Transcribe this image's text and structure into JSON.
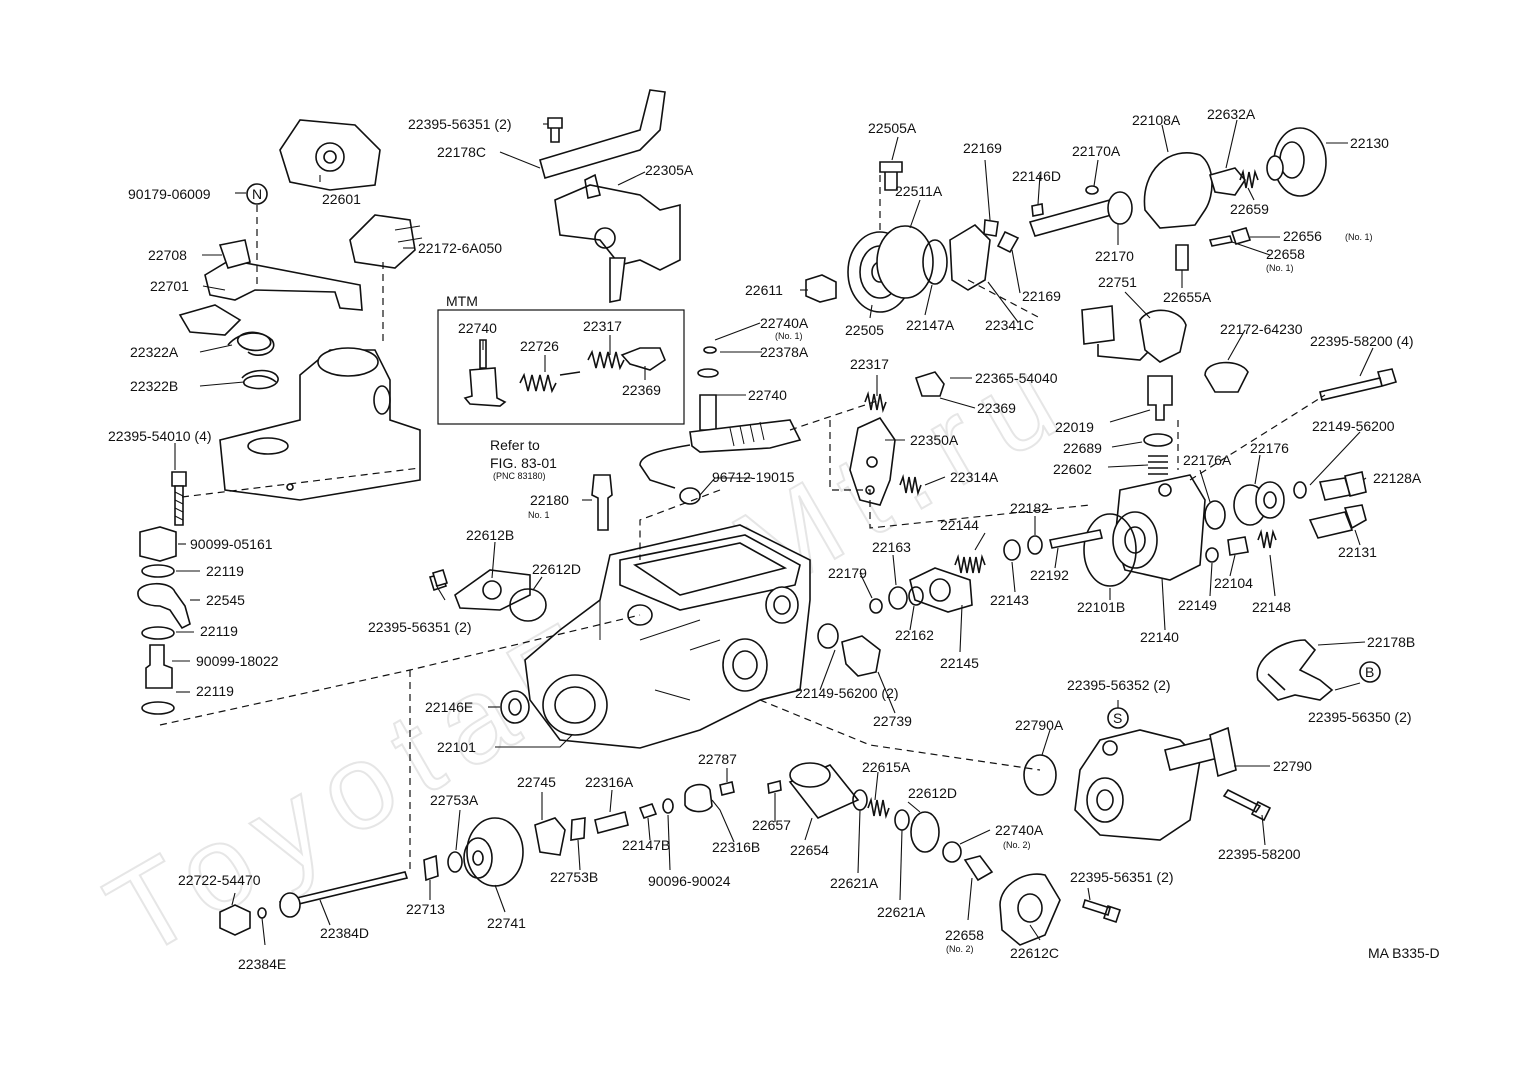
{
  "diagram": {
    "watermark": "ToyotaFanMt.ru",
    "figure_code": "MA B335-D",
    "group_label": "MTM",
    "refer_line1": "Refer to",
    "refer_line2": "FIG. 83-01",
    "refer_line3": "(PNC 83180)"
  },
  "labels": [
    {
      "id": "l1",
      "text": "22395-56351 (2)"
    },
    {
      "id": "l2",
      "text": "22178C"
    },
    {
      "id": "l3",
      "text": "22305A"
    },
    {
      "id": "l4",
      "text": "90179-06009"
    },
    {
      "id": "l5",
      "text": "22601"
    },
    {
      "id": "l6",
      "text": "22172-6A050"
    },
    {
      "id": "l7",
      "text": "22708"
    },
    {
      "id": "l8",
      "text": "22701"
    },
    {
      "id": "l9",
      "text": "22322A"
    },
    {
      "id": "l10",
      "text": "22322B"
    },
    {
      "id": "l11",
      "text": "22395-54010 (4)"
    },
    {
      "id": "l12",
      "text": "90099-05161"
    },
    {
      "id": "l13",
      "text": "22119"
    },
    {
      "id": "l14",
      "text": "22545"
    },
    {
      "id": "l15",
      "text": "22119"
    },
    {
      "id": "l16",
      "text": "90099-18022"
    },
    {
      "id": "l17",
      "text": "22119"
    },
    {
      "id": "l18",
      "text": "22740"
    },
    {
      "id": "l19",
      "text": "22726"
    },
    {
      "id": "l20",
      "text": "22317"
    },
    {
      "id": "l21",
      "text": "22369"
    },
    {
      "id": "l22",
      "text": "22740A"
    },
    {
      "id": "l23",
      "text": "22378A"
    },
    {
      "id": "l24",
      "text": "22740"
    },
    {
      "id": "l25",
      "text": "96712-19015"
    },
    {
      "id": "l26",
      "text": "22180"
    },
    {
      "id": "l27",
      "text": "22612B"
    },
    {
      "id": "l28",
      "text": "22612D"
    },
    {
      "id": "l29",
      "text": "22395-56351 (2)"
    },
    {
      "id": "l30",
      "text": "22146E"
    },
    {
      "id": "l31",
      "text": "22101"
    },
    {
      "id": "l32",
      "text": "22505A"
    },
    {
      "id": "l33",
      "text": "22511A"
    },
    {
      "id": "l34",
      "text": "22611"
    },
    {
      "id": "l35",
      "text": "22505"
    },
    {
      "id": "l36",
      "text": "22147A"
    },
    {
      "id": "l37",
      "text": "22341C"
    },
    {
      "id": "l38",
      "text": "22169"
    },
    {
      "id": "l39",
      "text": "22169"
    },
    {
      "id": "l40",
      "text": "22170A"
    },
    {
      "id": "l41",
      "text": "22146D"
    },
    {
      "id": "l42",
      "text": "22170"
    },
    {
      "id": "l43",
      "text": "22108A"
    },
    {
      "id": "l44",
      "text": "22632A"
    },
    {
      "id": "l45",
      "text": "22130"
    },
    {
      "id": "l46",
      "text": "22659"
    },
    {
      "id": "l47",
      "text": "22656"
    },
    {
      "id": "l48",
      "text": "22658"
    },
    {
      "id": "l49",
      "text": "22655A"
    },
    {
      "id": "l50",
      "text": "22751"
    },
    {
      "id": "l51",
      "text": "22172-64230"
    },
    {
      "id": "l52",
      "text": "22395-58200 (4)"
    },
    {
      "id": "l53",
      "text": "22317"
    },
    {
      "id": "l54",
      "text": "22365-54040"
    },
    {
      "id": "l55",
      "text": "22369"
    },
    {
      "id": "l56",
      "text": "22350A"
    },
    {
      "id": "l57",
      "text": "22314A"
    },
    {
      "id": "l58",
      "text": "22019"
    },
    {
      "id": "l59",
      "text": "22689"
    },
    {
      "id": "l60",
      "text": "22602"
    },
    {
      "id": "l61",
      "text": "22149-56200"
    },
    {
      "id": "l62",
      "text": "22176"
    },
    {
      "id": "l63",
      "text": "22176A"
    },
    {
      "id": "l64",
      "text": "22128A"
    },
    {
      "id": "l65",
      "text": "22131"
    },
    {
      "id": "l66",
      "text": "22182"
    },
    {
      "id": "l67",
      "text": "22144"
    },
    {
      "id": "l68",
      "text": "22163"
    },
    {
      "id": "l69",
      "text": "22179"
    },
    {
      "id": "l70",
      "text": "22192"
    },
    {
      "id": "l71",
      "text": "22143"
    },
    {
      "id": "l72",
      "text": "22162"
    },
    {
      "id": "l73",
      "text": "22145"
    },
    {
      "id": "l74",
      "text": "22101B"
    },
    {
      "id": "l75",
      "text": "22140"
    },
    {
      "id": "l76",
      "text": "22149"
    },
    {
      "id": "l77",
      "text": "22104"
    },
    {
      "id": "l78",
      "text": "22148"
    },
    {
      "id": "l79",
      "text": "22178B"
    },
    {
      "id": "l80",
      "text": "22395-56350 (2)"
    },
    {
      "id": "l81",
      "text": "22395-56352 (2)"
    },
    {
      "id": "l82",
      "text": "22149-56200 (2)"
    },
    {
      "id": "l83",
      "text": "22739"
    },
    {
      "id": "l84",
      "text": "22790A"
    },
    {
      "id": "l85",
      "text": "22790"
    },
    {
      "id": "l86",
      "text": "22395-58200"
    },
    {
      "id": "l87",
      "text": "22787"
    },
    {
      "id": "l88",
      "text": "22745"
    },
    {
      "id": "l89",
      "text": "22316A"
    },
    {
      "id": "l90",
      "text": "22753A"
    },
    {
      "id": "l91",
      "text": "22147B"
    },
    {
      "id": "l92",
      "text": "22316B"
    },
    {
      "id": "l93",
      "text": "22753B"
    },
    {
      "id": "l94",
      "text": "90096-90024"
    },
    {
      "id": "l95",
      "text": "22657"
    },
    {
      "id": "l96",
      "text": "22654"
    },
    {
      "id": "l97",
      "text": "22615A"
    },
    {
      "id": "l98",
      "text": "22612D"
    },
    {
      "id": "l99",
      "text": "22621A"
    },
    {
      "id": "l100",
      "text": "22621A"
    },
    {
      "id": "l101",
      "text": "22740A"
    },
    {
      "id": "l102",
      "text": "22658"
    },
    {
      "id": "l103",
      "text": "22612C"
    },
    {
      "id": "l104",
      "text": "22395-56351 (2)"
    },
    {
      "id": "l105",
      "text": "22722-54470"
    },
    {
      "id": "l106",
      "text": "22384D"
    },
    {
      "id": "l107",
      "text": "22384E"
    },
    {
      "id": "l108",
      "text": "22713"
    },
    {
      "id": "l109",
      "text": "22741"
    }
  ],
  "sublabels": [
    {
      "id": "s1",
      "text": "(No. 1)"
    },
    {
      "id": "s2",
      "text": "(No. 1)"
    },
    {
      "id": "s3",
      "text": "(No. 1)"
    },
    {
      "id": "s4",
      "text": "No. 1"
    },
    {
      "id": "s5",
      "text": "(No. 2)"
    },
    {
      "id": "s6",
      "text": "(No. 2)"
    }
  ],
  "markers": [
    {
      "id": "m1",
      "text": "N"
    },
    {
      "id": "m2",
      "text": "S"
    },
    {
      "id": "m3",
      "text": "B"
    }
  ]
}
